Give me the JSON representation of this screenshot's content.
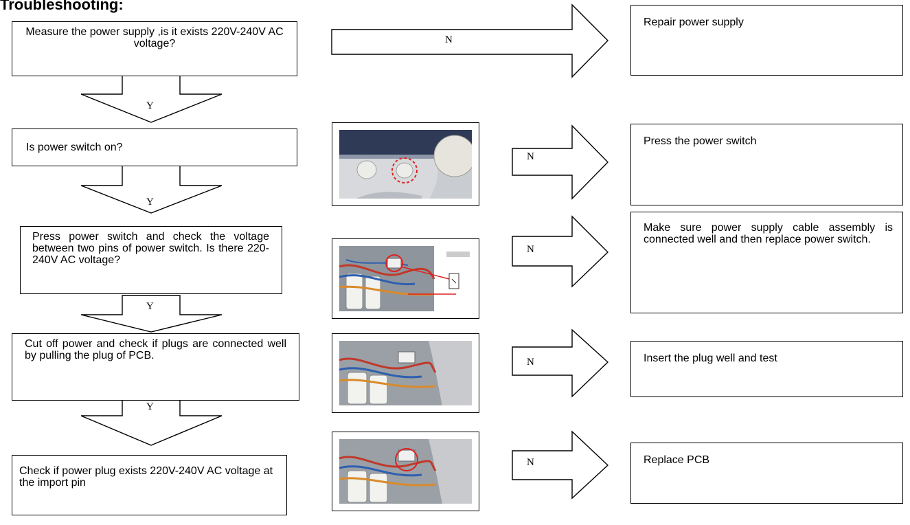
{
  "title": "Troubleshooting:",
  "labels": {
    "yes": "Y",
    "no": "N"
  },
  "checks": [
    "Measure the power supply ,is it exists 220V-240V AC voltage?",
    "Is power switch on?",
    "Press power switch and check the voltage between two pins of power switch. Is there 220-240V AC voltage?",
    "Cut off power and check if plugs are connected well by pulling the plug of PCB.",
    "Check if power plug exists 220V-240V AC voltage at the import pin"
  ],
  "remedies": [
    "Repair power supply",
    "Press the power switch",
    "Make sure power supply cable assembly is connected well and then replace power switch.",
    "Insert the plug well and test",
    "Replace PCB"
  ]
}
